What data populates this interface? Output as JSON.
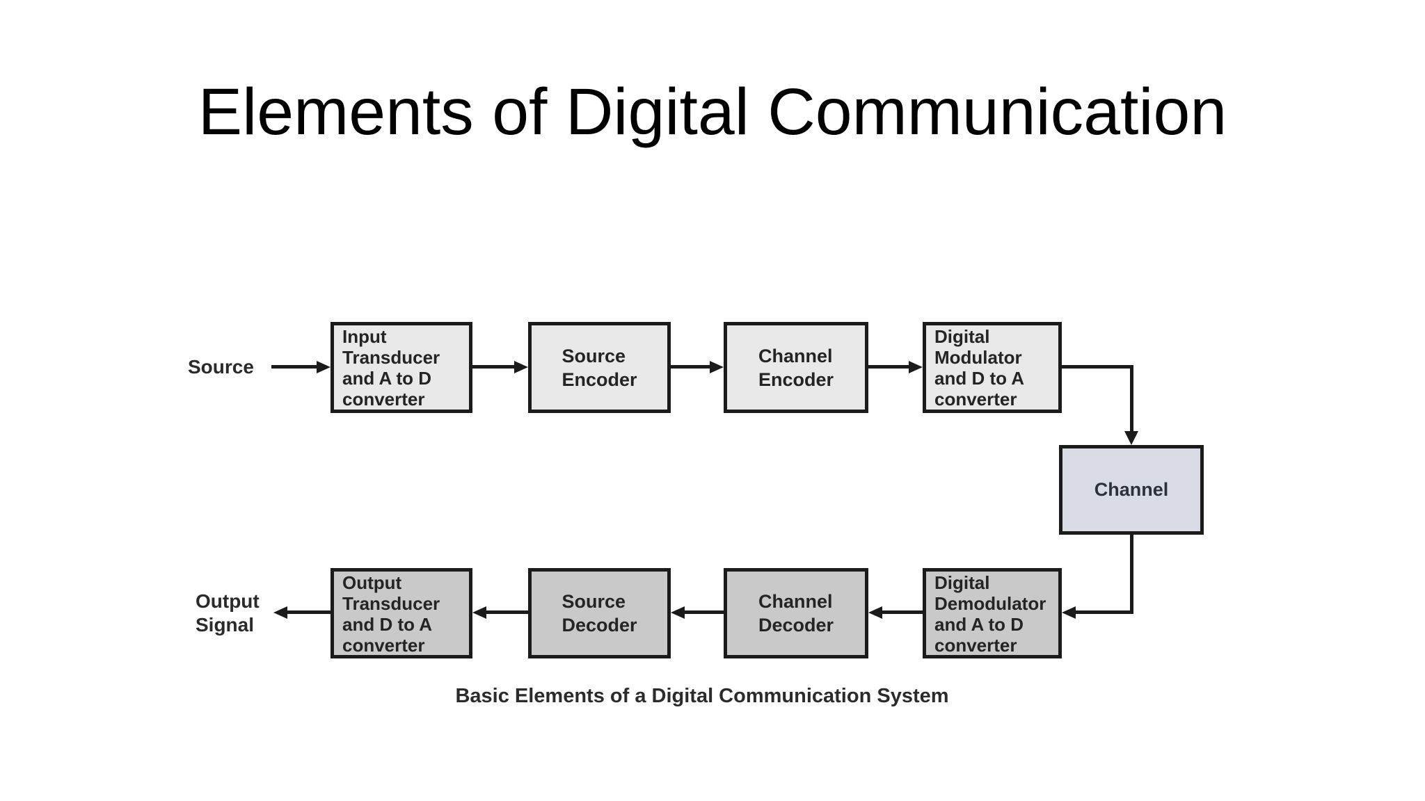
{
  "title": "Elements of Digital Communication",
  "caption": "Basic Elements of a Digital Communication System",
  "labels": {
    "source": "Source",
    "output_signal": "Output\nSignal"
  },
  "colors": {
    "background": "#ffffff",
    "box_border": "#1b1b1b",
    "arrow": "#1b1b1b",
    "text": "#242424",
    "top_row_fill": "#e9e9e9",
    "bottom_row_fill": "#c9c9c9",
    "channel_fill": "#d9dce4"
  },
  "diagram": {
    "top_row": [
      {
        "id": "input-transducer",
        "label": "Input\nTransducer\nand A to D\nconverter"
      },
      {
        "id": "source-encoder",
        "label": "Source\nEncoder"
      },
      {
        "id": "channel-encoder",
        "label": "Channel\nEncoder"
      },
      {
        "id": "digital-modulator",
        "label": "Digital\nModulator\nand D to A\nconverter"
      }
    ],
    "channel": {
      "id": "channel",
      "label": "Channel"
    },
    "bottom_row": [
      {
        "id": "digital-demodulator",
        "label": "Digital\nDemodulator\nand A to D\nconverter"
      },
      {
        "id": "channel-decoder",
        "label": "Channel\nDecoder"
      },
      {
        "id": "source-decoder",
        "label": "Source\nDecoder"
      },
      {
        "id": "output-transducer",
        "label": "Output\nTransducer\nand D to A\nconverter"
      }
    ]
  }
}
